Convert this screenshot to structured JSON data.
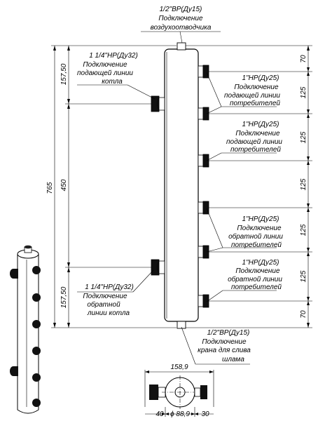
{
  "labels": {
    "air": {
      "thread": "1/2\"ВР(Ду15)",
      "l1": "Подключение",
      "l2": "воздухоотводчика"
    },
    "boiler_supply": {
      "thread": "1 1/4\"НР(Ду32)",
      "l1": "Подключение",
      "l2": "подающей линии",
      "l3": "котла"
    },
    "boiler_return": {
      "thread": "1 1/4\"НР(Ду32)",
      "l1": "Подключение",
      "l2": "обратной",
      "l3": "линии котла"
    },
    "cons_supply_1": {
      "thread": "1\"НР(Ду25)",
      "l1": "Подключение",
      "l2": "подающей линии",
      "l3": "потребителей"
    },
    "cons_supply_2": {
      "thread": "1\"НР(Ду25)",
      "l1": "Подключение",
      "l2": "подающей линии",
      "l3": "потребителей"
    },
    "cons_return_1": {
      "thread": "1\"НР(Ду25)",
      "l1": "Подключение",
      "l2": "обратной линии",
      "l3": "потребителей"
    },
    "cons_return_2": {
      "thread": "1\"НР(Ду25)",
      "l1": "Подключение",
      "l2": "обратной линии",
      "l3": "потребителей"
    },
    "drain": {
      "thread": "1/2\"ВР(Ду15)",
      "l1": "Подключение",
      "l2": "крана для слива",
      "l3": "шлама"
    }
  },
  "dimensions": {
    "left_top": "157,50",
    "left_middle": "450",
    "left_bottom": "157,50",
    "left_total": "765",
    "right_top": "70",
    "right_1": "125",
    "right_2": "125",
    "right_3": "125",
    "right_4": "125",
    "right_5": "125",
    "right_bottom": "70",
    "width_top": "158,9",
    "bottom_left": "40",
    "bottom_diameter": "ϕ 88,9",
    "bottom_right": "30"
  }
}
